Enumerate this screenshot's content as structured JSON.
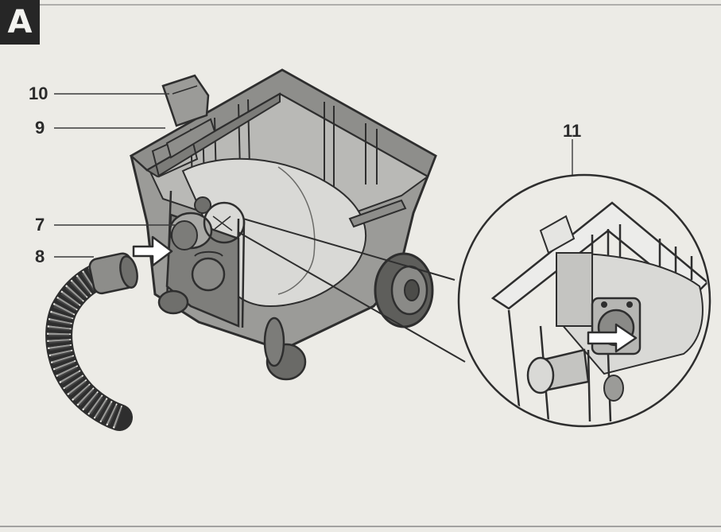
{
  "figure": {
    "badge": "A",
    "callouts": {
      "c10": "10",
      "c9": "9",
      "c7": "7",
      "c8": "8",
      "c11": "11"
    }
  },
  "colors": {
    "background": "#ecebe6",
    "badge": "#262626",
    "line": "#3a3a3a",
    "body_fill": "#9b9b98",
    "bin_inner": "#b9b9b6",
    "bag_fill": "#d9d9d6"
  }
}
